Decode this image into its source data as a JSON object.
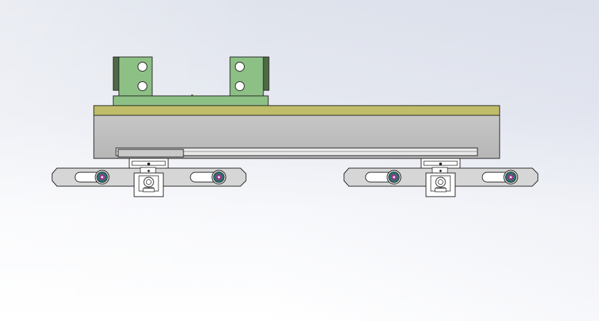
{
  "scene": {
    "view": "front",
    "colors": {
      "background_top": "#dfe3ec",
      "background_bottom": "#ffffff",
      "bracket_fill": "#8cc084",
      "bracket_dark_fill": "#4f6b46",
      "top_plate_fill": "#bfbd69",
      "body_fill": "#bdbdbd",
      "rail_fill": "#e9e9e9",
      "arm_fill": "#d6d6d6",
      "clamp_fill": "#ffffff",
      "bolt_ring": "#2e6f6c",
      "bolt_core": "#a0338c",
      "outline": "#1f1f1f"
    },
    "icons": {
      "bracket_holes": "circle",
      "bolts": "socket-head-bolt",
      "clamps": "pivot-clamp"
    }
  }
}
